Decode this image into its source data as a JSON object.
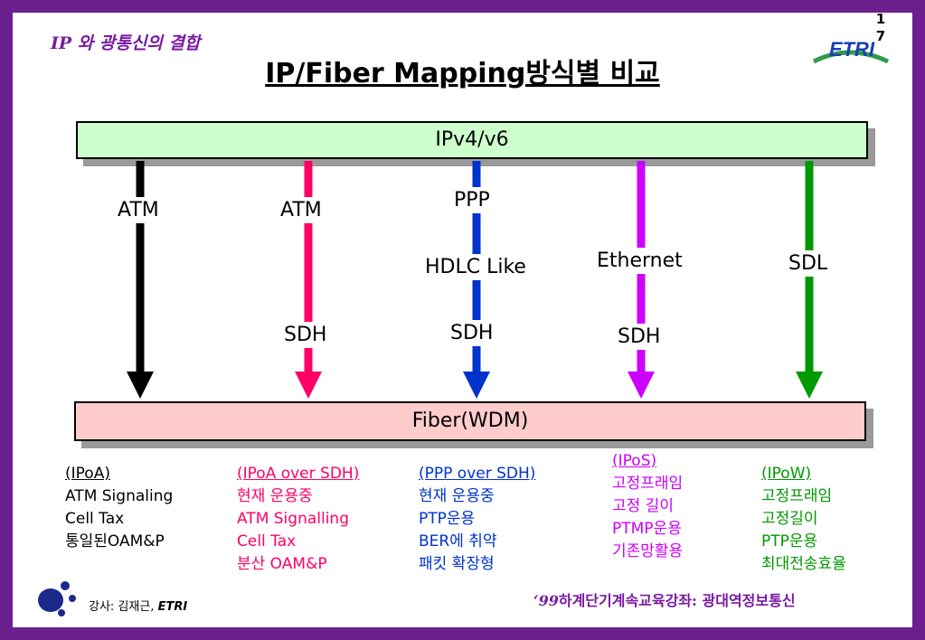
{
  "header": {
    "title": "IP 와 광통신의 결합",
    "page_number_digits": [
      "1",
      "7"
    ],
    "logo_text": "ETRI"
  },
  "slide_title": "IP/Fiber Mapping방식별 비교",
  "top_layer": "IPv4/v6",
  "bottom_layer": "Fiber(WDM)",
  "colors": {
    "background": "#6b1f8f",
    "ip_box": "#ccffcc",
    "fiber_box": "#ffcccc",
    "col1": "#000000",
    "col2": "#ff0066",
    "col3": "#0033cc",
    "col4": "#cc00ff",
    "col5": "#009900"
  },
  "columns": [
    {
      "labels": [
        "ATM"
      ],
      "description": {
        "heading": "(IPoA)",
        "lines": [
          "ATM Signaling",
          "Cell Tax",
          "통일된OAM&P"
        ]
      }
    },
    {
      "labels": [
        "ATM",
        "SDH"
      ],
      "description": {
        "heading": "(IPoA over SDH)",
        "lines": [
          "현재 운용중",
          "ATM Signalling",
          "Cell Tax",
          "분산 OAM&P"
        ]
      }
    },
    {
      "labels": [
        "PPP",
        "HDLC Like",
        "SDH"
      ],
      "description": {
        "heading": "(PPP over SDH)",
        "lines": [
          "현재 운용중",
          "PTP운용",
          "BER에 취약",
          "패킷 확장형"
        ]
      }
    },
    {
      "labels": [
        "Ethernet",
        "SDH"
      ],
      "description": {
        "heading": "(IPoS)",
        "lines": [
          "고정프래임",
          "고정 길이",
          "PTMP운용",
          "기존망활용"
        ]
      }
    },
    {
      "labels": [
        "SDL"
      ],
      "description": {
        "heading": "(IPoW)",
        "lines": [
          "고정프래임",
          "고정길이",
          "PTP운용",
          "최대전송효율"
        ]
      }
    }
  ],
  "footer": {
    "speaker_prefix": "강사: 김재근, ",
    "speaker_org": "ETRI",
    "course_num": "‘99",
    "course_text": "하계단기계속교육강좌: 광대역정보통신"
  }
}
